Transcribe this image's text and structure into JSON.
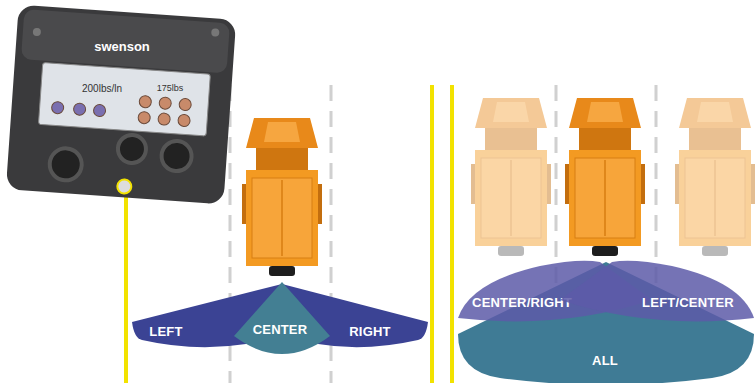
{
  "diagram": {
    "nodes": [
      {
        "text": [
          "LEFT"
        ]
      },
      {
        "text": [
          "CENTER"
        ]
      },
      {
        "text": [
          "RIGHT"
        ]
      },
      {
        "text": [
          "CENTER/RIGHT"
        ]
      },
      {
        "text": [
          "LEFT/CENTER"
        ]
      },
      {
        "text": [
          "ALL"
        ]
      }
    ],
    "labels": [
      "swenson",
      "200lbs/ln",
      "175lbs"
    ]
  }
}
